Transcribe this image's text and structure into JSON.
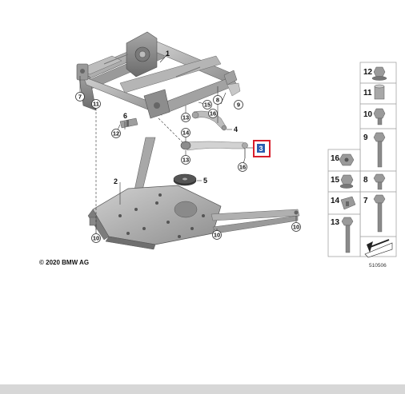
{
  "callouts": {
    "c7": "7",
    "c11": "11",
    "c13": "13",
    "c15": "15",
    "c9": "9",
    "c8": "8",
    "c16a": "16",
    "c12": "12",
    "c14": "14",
    "c13b": "13",
    "c16b": "16",
    "c10a": "10",
    "c10b": "10",
    "c10c": "10"
  },
  "labels": {
    "l1": "1",
    "l6": "6",
    "l4": "4",
    "l2": "2",
    "l5": "5"
  },
  "highlight": {
    "label": "3",
    "color": "#d81e2c",
    "accent": "#2a5db0"
  },
  "fasteners": [
    "12",
    "11",
    "10",
    "9",
    "16",
    "15",
    "8",
    "14",
    "7",
    "13"
  ],
  "copyright": "© 2020 BMW AG",
  "diagram_id": "510506"
}
